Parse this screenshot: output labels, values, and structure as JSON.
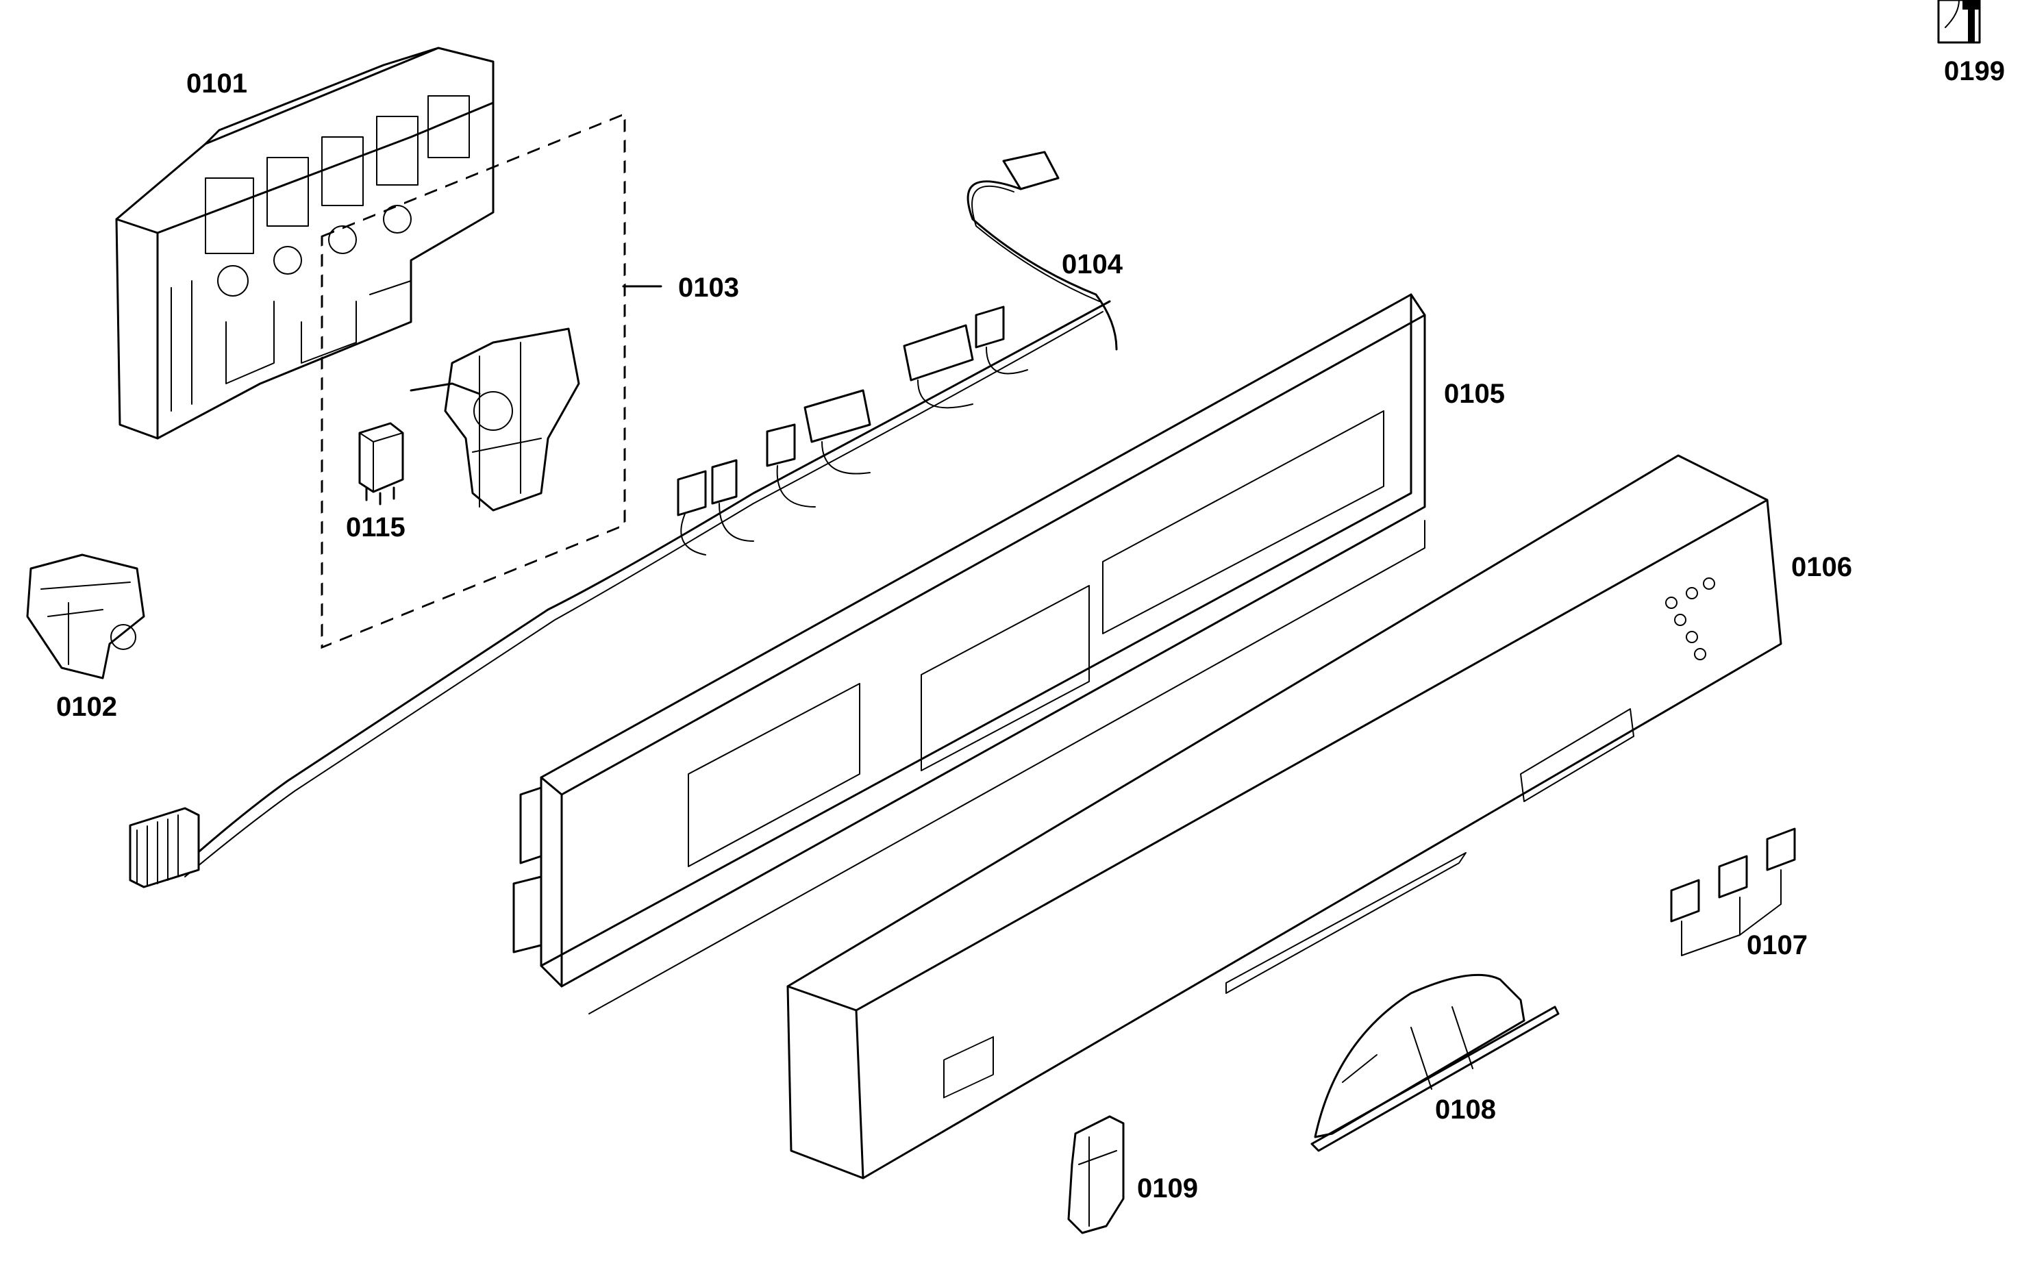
{
  "parts": [
    {
      "id": "0101"
    },
    {
      "id": "0102"
    },
    {
      "id": "0103"
    },
    {
      "id": "0104"
    },
    {
      "id": "0105"
    },
    {
      "id": "0106"
    },
    {
      "id": "0107"
    },
    {
      "id": "0108"
    },
    {
      "id": "0109"
    },
    {
      "id": "0115"
    },
    {
      "id": "0199"
    }
  ]
}
